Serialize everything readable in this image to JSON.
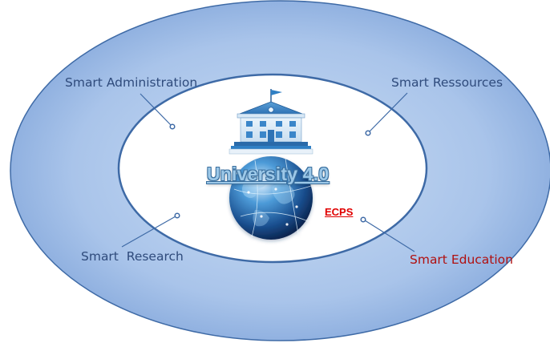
{
  "diagram": {
    "center_title": "University 4.0",
    "tag_label": "ECPS",
    "pillars": {
      "administration": "Smart Administration",
      "ressources": "Smart Ressources",
      "research": "Smart  Research",
      "education": "Smart Education"
    }
  },
  "colors": {
    "outer_fill_light": "#b8d0ee",
    "outer_fill_dark": "#8aaee0",
    "outer_stroke": "#3e6aa6",
    "inner_fill": "#ffffff",
    "label": "#2f4b7c",
    "education_label": "#b01010",
    "ecps": "#e00000",
    "connector": "#3e6aa6"
  },
  "icons": [
    "university-building-icon",
    "globe-icon"
  ]
}
